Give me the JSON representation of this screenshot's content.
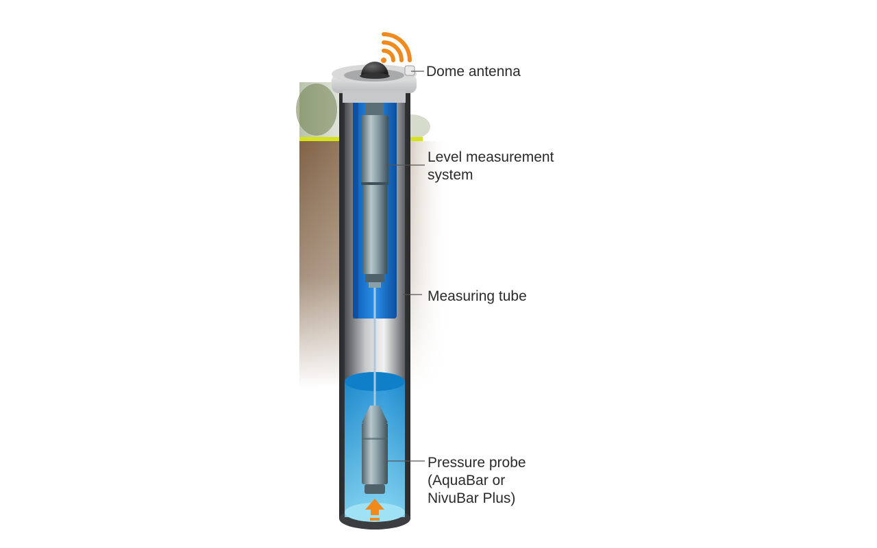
{
  "labels": {
    "dome_antenna": "Dome antenna",
    "level_measurement_line1": "Level measurement",
    "level_measurement_line2": "system",
    "measuring_tube": "Measuring tube",
    "pressure_probe_line1": "Pressure probe",
    "pressure_probe_line2": "(AquaBar or",
    "pressure_probe_line3": "NivuBar Plus)"
  },
  "colors": {
    "signal": "#f08a1c",
    "water": "#2aa3e6",
    "sensor": "#6f8790",
    "pipe": "#3b3d40",
    "soil": "#8a6a4a",
    "grass_line": "#d6e21c"
  },
  "icons": [
    "wireless-signal-icon",
    "up-arrow-icon"
  ]
}
